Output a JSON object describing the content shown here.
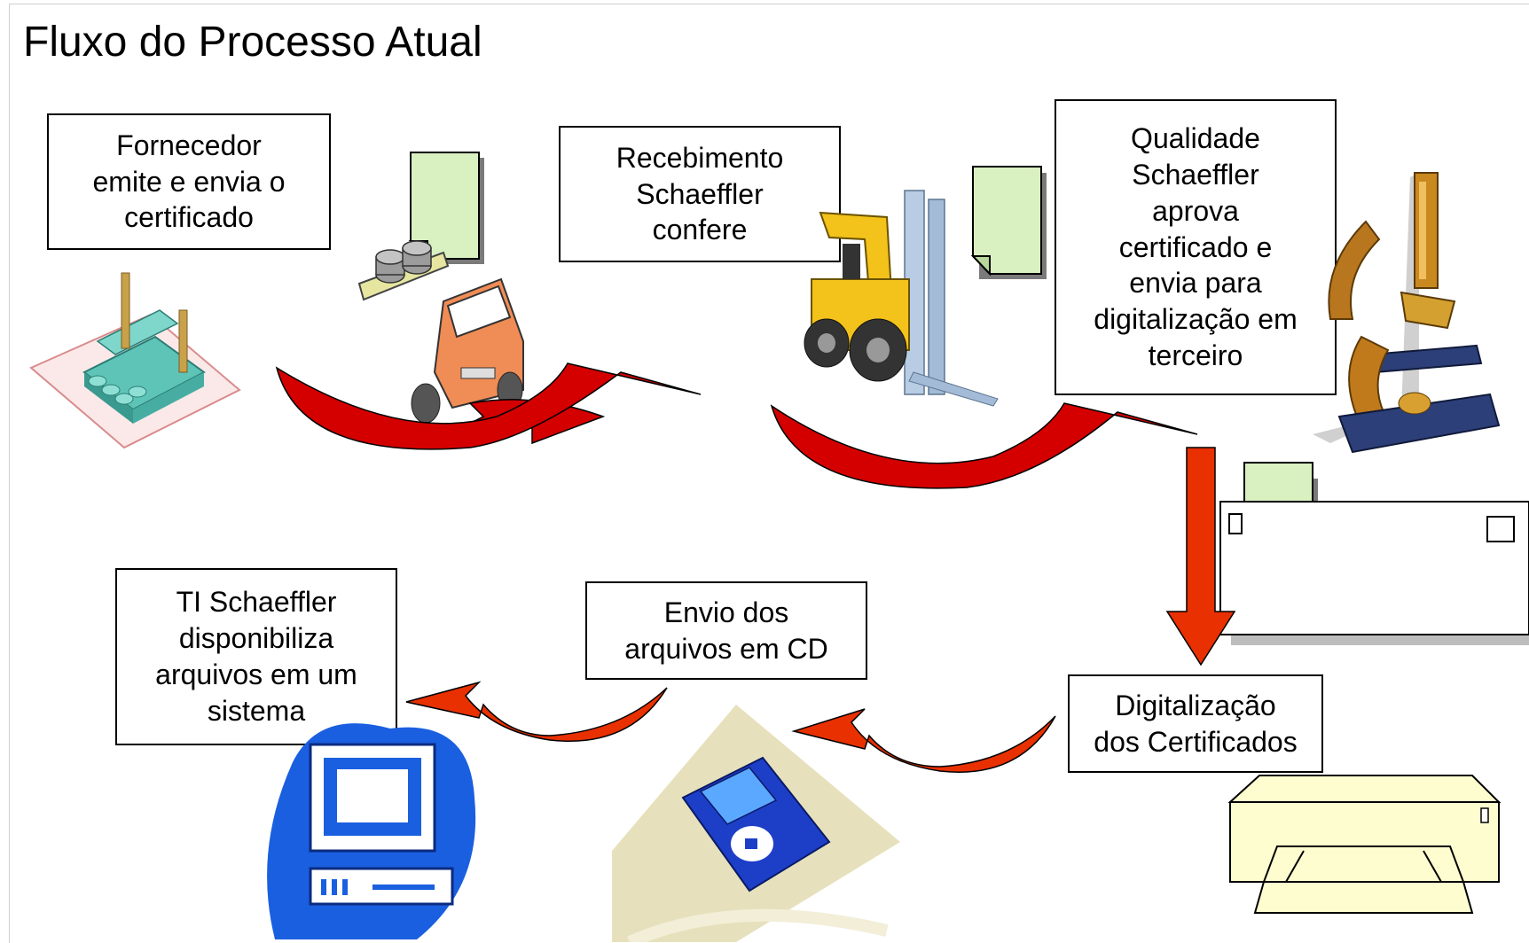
{
  "title": "Fluxo do Processo Atual",
  "steps": {
    "fornecedor": "Fornecedor\nemite e envia o\ncertificado",
    "recebimento": "Recebimento\nSchaeffler\nconfere",
    "qualidade": "Qualidade\nSchaeffler\naprova\ncertificado e\nenvia para\ndigitalização em\nterceiro",
    "digitalizacao": "Digitalização\ndos Certificados",
    "envio": "Envio dos\narquivos em CD",
    "ti": "TI Schaeffler\ndisponibiliza\narquivos em um\nsistema"
  },
  "icons": [
    "factory-icon",
    "truck-icon",
    "forklift-icon",
    "microscope-icon",
    "scanner-icon",
    "printer-icon",
    "floppy-disk-icon",
    "computer-icon",
    "document-icon"
  ],
  "colors": {
    "arrow_red": "#d40000",
    "arrow_orange_red": "#e83000",
    "document_fill": "#d9f0c0",
    "computer_blue": "#1a5fe0"
  }
}
